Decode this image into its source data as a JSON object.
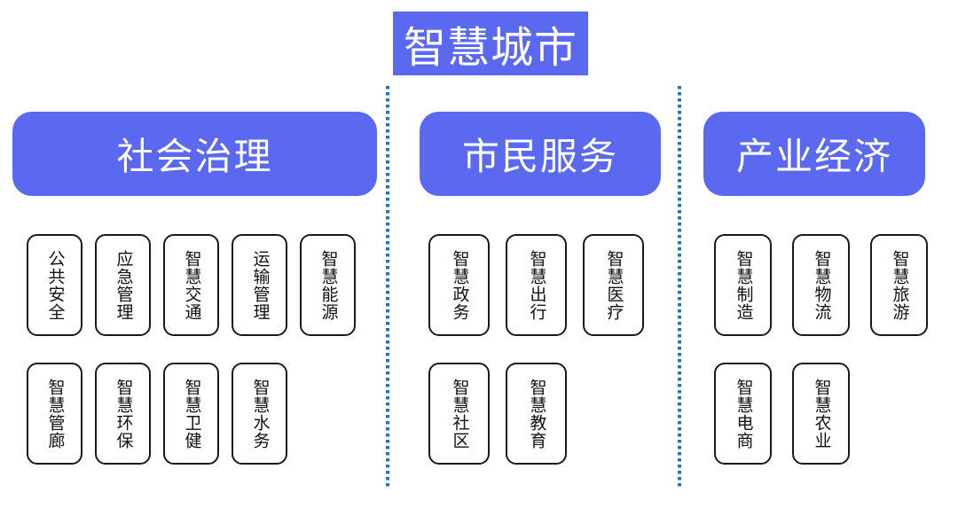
{
  "title": "智慧城市",
  "colors": {
    "primary": "#5b69f1",
    "divider": "#1b77c0",
    "card_border": "#1a1a1a",
    "card_text": "#111111"
  },
  "sections": [
    {
      "header": "社会治理",
      "rows": [
        [
          "公共安全",
          "应急管理",
          "智慧交通",
          "运输管理",
          "智慧能源"
        ],
        [
          "智慧管廊",
          "智慧环保",
          "智慧卫健",
          "智慧水务"
        ]
      ]
    },
    {
      "header": "市民服务",
      "rows": [
        [
          "智慧政务",
          "智慧出行",
          "智慧医疗"
        ],
        [
          "智慧社区",
          "智慧教育"
        ]
      ]
    },
    {
      "header": "产业经济",
      "rows": [
        [
          "智慧制造",
          "智慧物流",
          "智慧旅游"
        ],
        [
          "智慧电商",
          "智慧农业"
        ]
      ]
    }
  ]
}
